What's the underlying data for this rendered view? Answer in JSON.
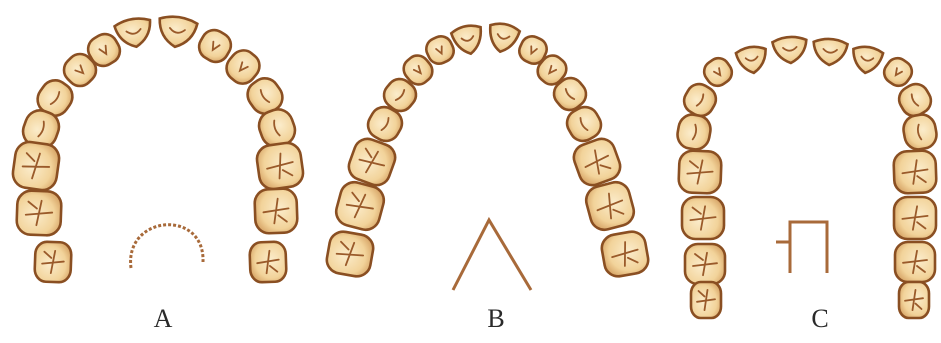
{
  "panels": [
    {
      "id": "a",
      "label": "A",
      "arch_shape": "round"
    },
    {
      "id": "b",
      "label": "B",
      "arch_shape": "tapered"
    },
    {
      "id": "c",
      "label": "C",
      "arch_shape": "square"
    }
  ],
  "colors": {
    "tooth_fill": "#f2d39a",
    "tooth_highlight": "#fbeccb",
    "tooth_outline": "#8a4f22",
    "groove": "#9a5a2a",
    "schematic": "#a86a3a"
  }
}
